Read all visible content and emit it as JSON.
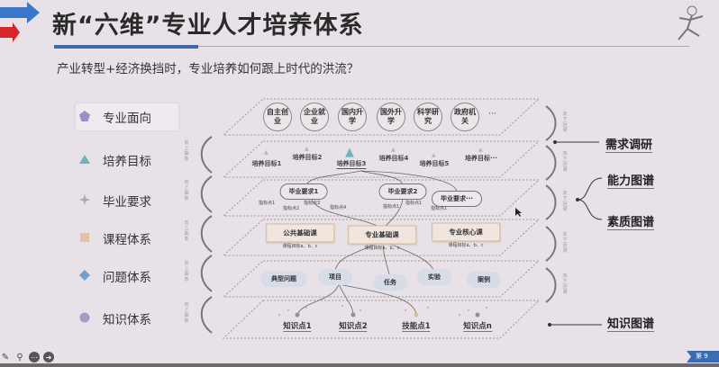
{
  "title": "新“六维”专业人才培养体系",
  "subtitle": "产业转型+经济换挡时，专业培养如何跟上时代的洪流？",
  "layers": [
    {
      "label": "专业面向",
      "icon": "pentagon-icon",
      "color": "#9b8fc8"
    },
    {
      "label": "培养目标",
      "icon": "triangle-icon",
      "color": "#6fb1bc"
    },
    {
      "label": "毕业要求",
      "icon": "star-icon",
      "color": "#aaaaaa"
    },
    {
      "label": "课程体系",
      "icon": "square-icon",
      "color": "#e0c3a6"
    },
    {
      "label": "问题体系",
      "icon": "diamond-icon",
      "color": "#6f9fd3"
    },
    {
      "label": "知识体系",
      "icon": "circle-icon",
      "color": "#a79ac8"
    }
  ],
  "orientations": [
    "自主创业",
    "企业就业",
    "国内升学",
    "国外升学",
    "科学研究",
    "政府机关",
    "···"
  ],
  "targets": [
    "培养目标1",
    "培养目标2",
    "培养目标3",
    "培养目标4",
    "培养目标5",
    "培养目标···"
  ],
  "requirements": [
    "毕业要求1",
    "毕业要求2",
    "毕业要求···"
  ],
  "indicators": [
    "指标点1",
    "指标点2",
    "指标点3",
    "指标点4",
    "指标点1",
    "指标点1",
    "指标点1"
  ],
  "courses": [
    {
      "name": "公共基础课",
      "sub": "课程目标a、b、c"
    },
    {
      "name": "专业基础课",
      "sub": "课程目标a、b、c"
    },
    {
      "name": "专业核心课",
      "sub": "课程目标a、b、c"
    }
  ],
  "problems": [
    "典型问题",
    "项目",
    "任务",
    "实验",
    "案例"
  ],
  "knowledge": [
    "知识点1",
    "知识点2",
    "技能点1",
    "知识点n"
  ],
  "up_label": "向上抽象",
  "down_label": "向下回溯",
  "annotations": {
    "demand": "需求调研",
    "ability": "能力图谱",
    "quality": "素质图谱",
    "knowledge": "知识图谱"
  },
  "page": "第 9"
}
